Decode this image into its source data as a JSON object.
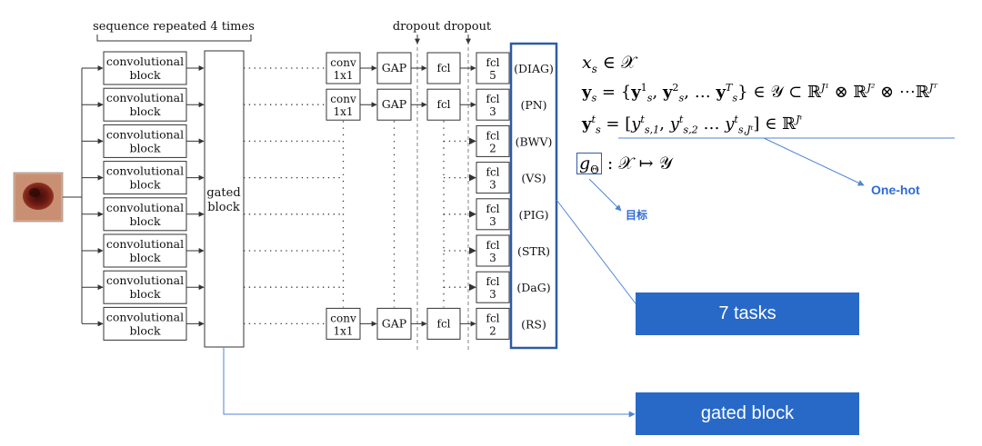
{
  "header": {
    "sequence_label": "sequence repeated 4 times",
    "dropout_label": "dropout dropout"
  },
  "conv_block_label_line1": "convolutional",
  "conv_block_label_line2": "block",
  "gated_label_line1": "gated",
  "gated_label_line2": "block",
  "conv1x1_label_line1": "conv",
  "conv1x1_label_line2": "1x1",
  "gap_label": "GAP",
  "fcl_label": "fcl",
  "tasks": [
    {
      "name": "(DIAG)",
      "classes": "5"
    },
    {
      "name": "(PN)",
      "classes": "3"
    },
    {
      "name": "(BWV)",
      "classes": "2"
    },
    {
      "name": "(VS)",
      "classes": "3"
    },
    {
      "name": "(PIG)",
      "classes": "3"
    },
    {
      "name": "(STR)",
      "classes": "3"
    },
    {
      "name": "(DaG)",
      "classes": "3"
    },
    {
      "name": "(RS)",
      "classes": "2"
    }
  ],
  "formulas": {
    "x_lhs": "x",
    "x_sub": "s",
    "x_rel": " ∈ 𝒳",
    "y_lhs": "y",
    "y_sub": "s",
    "y_eq": " = {",
    "y_term": "y",
    "y_sup1": "1",
    "y_sup2": "2",
    "y_supT": "T",
    "y_dots": ", … ",
    "y_close": "} ∈ 𝒴 ⊂ ℝ",
    "y_exp1": "J¹",
    "y_otimes": " ⊗ ℝ",
    "y_exp2": "J²",
    "y_tail": " ⊗ ⋯ℝ",
    "y_expT": "Jᵀ",
    "yt_lhs": "y",
    "yt_sup": "t",
    "yt_sub": "s",
    "yt_eq": " = [",
    "yt_e1_sub": "s,1",
    "yt_e2_sub": "s,2",
    "yt_dots": " … ",
    "yt_e3_sub": "s,Jᵗ",
    "yt_close": "] ∈ ℝ",
    "yt_exp": "Jᵗ",
    "g_symbol": "g",
    "g_sub": "Θ",
    "g_rest": " : 𝒳 ↦ 𝒴"
  },
  "annotations": {
    "one_hot": "One-hot",
    "target": "目标"
  },
  "callouts": {
    "tasks": "7 tasks",
    "gated": "gated block"
  },
  "colors": {
    "accent_blue": "#2869c8",
    "annotation_blue": "#2f6ad6",
    "diagram_line": "#333333"
  }
}
